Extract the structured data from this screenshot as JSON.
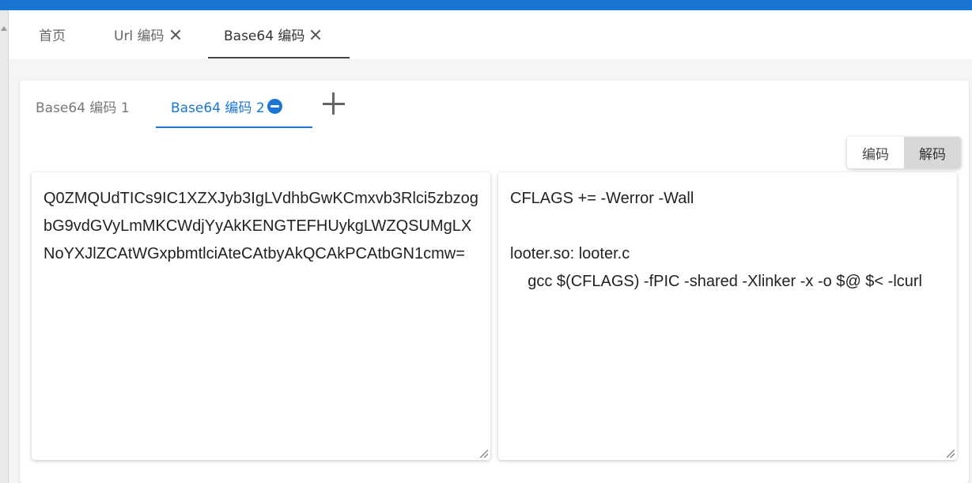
{
  "top_tabs": [
    {
      "label": "首页",
      "closable": false,
      "active": false
    },
    {
      "label": "Url 编码",
      "closable": true,
      "active": false
    },
    {
      "label": "Base64 编码",
      "closable": true,
      "active": true
    }
  ],
  "sub_tabs": [
    {
      "label": "Base64 编码 1",
      "active": false
    },
    {
      "label": "Base64 编码 2",
      "active": true
    }
  ],
  "mode_buttons": {
    "encode_label": "编码",
    "decode_label": "解码",
    "active": "decode"
  },
  "input_text": "Q0ZMQUdTICs9IC1XZXJyb3IgLVdhbGwKCmxvb3Rlci5zbzogbG9vdGVyLmMKCWdjYyAkKENGTEFHUykgLWZQSUMgLXNoYXJlZCAtWGxpbmtlciAteCAtbyAkQCAkPCAtbGN1cmw=",
  "output_text": "CFLAGS += -Werror -Wall\n\nlooter.so: looter.c\n    gcc $(CFLAGS) -fPIC -shared -Xlinker -x -o $@ $< -lcurl",
  "colors": {
    "accent": "#1976d2",
    "top_bar": "#1976d2"
  }
}
